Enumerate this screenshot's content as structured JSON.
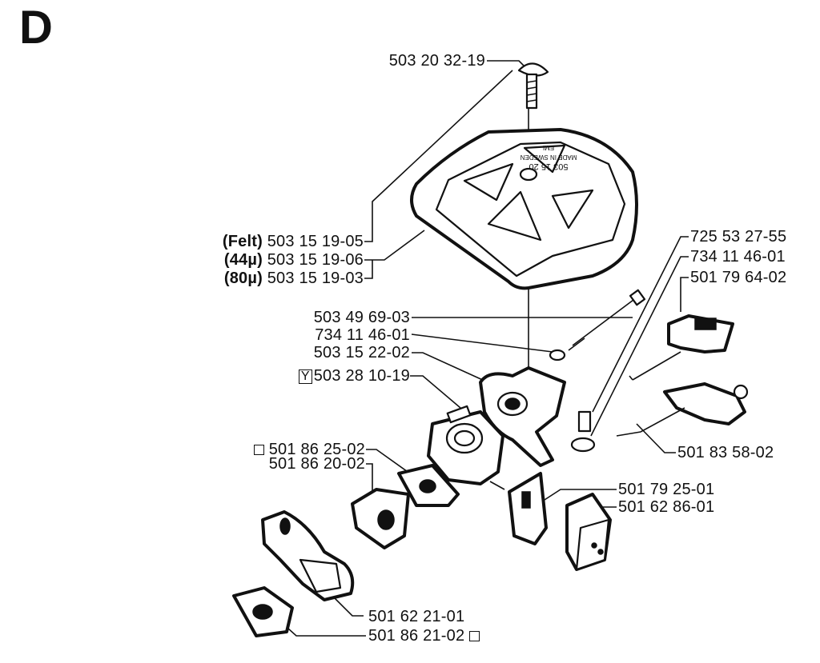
{
  "section": "D",
  "parts": {
    "screw_top": "503 20 32-19",
    "felt_label": "(Felt)",
    "felt": "503 15 19-05",
    "f44_label": "(44µ)",
    "f44": "503 15 19-06",
    "f80_label": "(80µ)",
    "f80": "503 15 19-03",
    "bolt_long": "503 49 69-03",
    "washer_left": "734 11 46-01",
    "intake": "503 15 22-02",
    "y_mark": "Y",
    "carb": "503 28 10-19",
    "gasket_a": "501 86 25-02",
    "spacer": "501 86 20-02",
    "bracket": "501 62 21-01",
    "gasket_b": "501 86 21-02",
    "screw_small": "725 53 27-55",
    "washer_right": "734 11 46-01",
    "throttle": "501 79 64-02",
    "rod": "501 83 58-02",
    "plate": "501 79 25-01",
    "block": "501 62 86-01"
  },
  "cover_embossed": [
    "503 15 20",
    "MADE IN SWEDEN",
    "EMI"
  ]
}
